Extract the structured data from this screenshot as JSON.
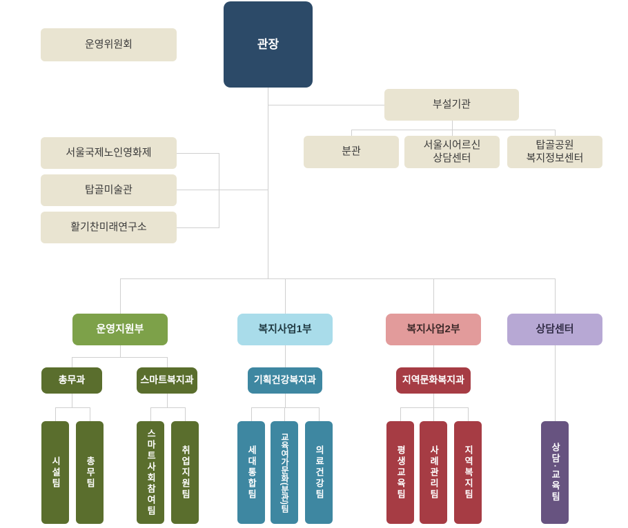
{
  "palette": {
    "navy": "#2c4a68",
    "beige": "#e9e4d1",
    "green": "#7da149",
    "olive": "#5a6e2d",
    "sky": "#a9dcea",
    "teal": "#3e87a1",
    "rose": "#e29b9b",
    "red": "#a63c44",
    "lavender": "#b7a8d4",
    "purple": "#675380",
    "line": "#cfcfcf"
  },
  "nodes": {
    "director": "관장",
    "committee": "운영위원회",
    "annex": {
      "label": "부설기관",
      "children": [
        "분관",
        "서울시어르신\n상담센터",
        "탑골공원\n복지정보센터"
      ]
    },
    "affiliates": [
      "서울국제노인영화제",
      "탑골미술관",
      "활기찬미래연구소"
    ],
    "departments": [
      {
        "label": "운영지원부",
        "divisions": [
          {
            "label": "총무과",
            "teams": [
              "시설팀",
              "총무팀"
            ]
          },
          {
            "label": "스마트복지과",
            "teams": [
              "스마트사회참여팀",
              "취업지원팀"
            ]
          }
        ]
      },
      {
        "label": "복지사업1부",
        "divisions": [
          {
            "label": "기획건강복지과",
            "teams": [
              "세대통합팀",
              "교육여가문화(분관)팀",
              "의료건강팀"
            ]
          }
        ]
      },
      {
        "label": "복지사업2부",
        "divisions": [
          {
            "label": "지역문화복지과",
            "teams": [
              "평생교육팀",
              "사례관리팀",
              "지역복지팀"
            ]
          }
        ]
      },
      {
        "label": "상담센터",
        "teams": [
          "상담·교육팀"
        ]
      }
    ]
  }
}
